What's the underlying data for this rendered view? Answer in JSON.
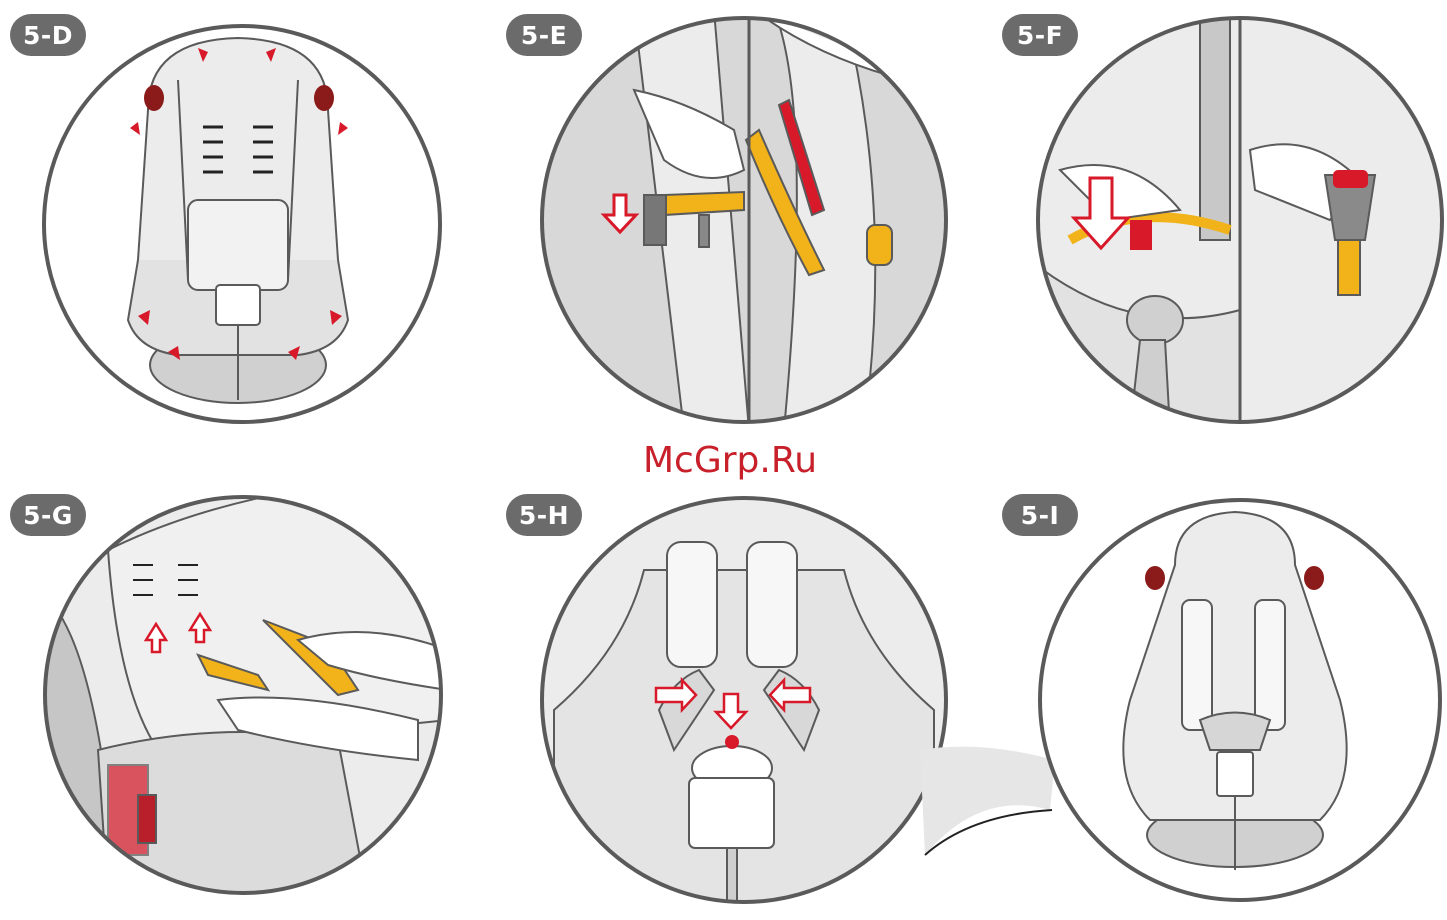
{
  "panels": [
    {
      "id": "5-D",
      "label": "5-D"
    },
    {
      "id": "5-E",
      "label": "5-E"
    },
    {
      "id": "5-F",
      "label": "5-F"
    },
    {
      "id": "5-G",
      "label": "5-G"
    },
    {
      "id": "5-H",
      "label": "5-H"
    },
    {
      "id": "5-I",
      "label": "5-I"
    }
  ],
  "watermark": "McGrp.Ru",
  "colors": {
    "outline": "#5a5a5a",
    "seat_fill": "#ececec",
    "shade": "#d6d6d6",
    "badge": "#6b6b6b",
    "arrow_red": "#d7192a",
    "dark_red": "#8b1a1a",
    "belt_yellow": "#f2b21a"
  }
}
